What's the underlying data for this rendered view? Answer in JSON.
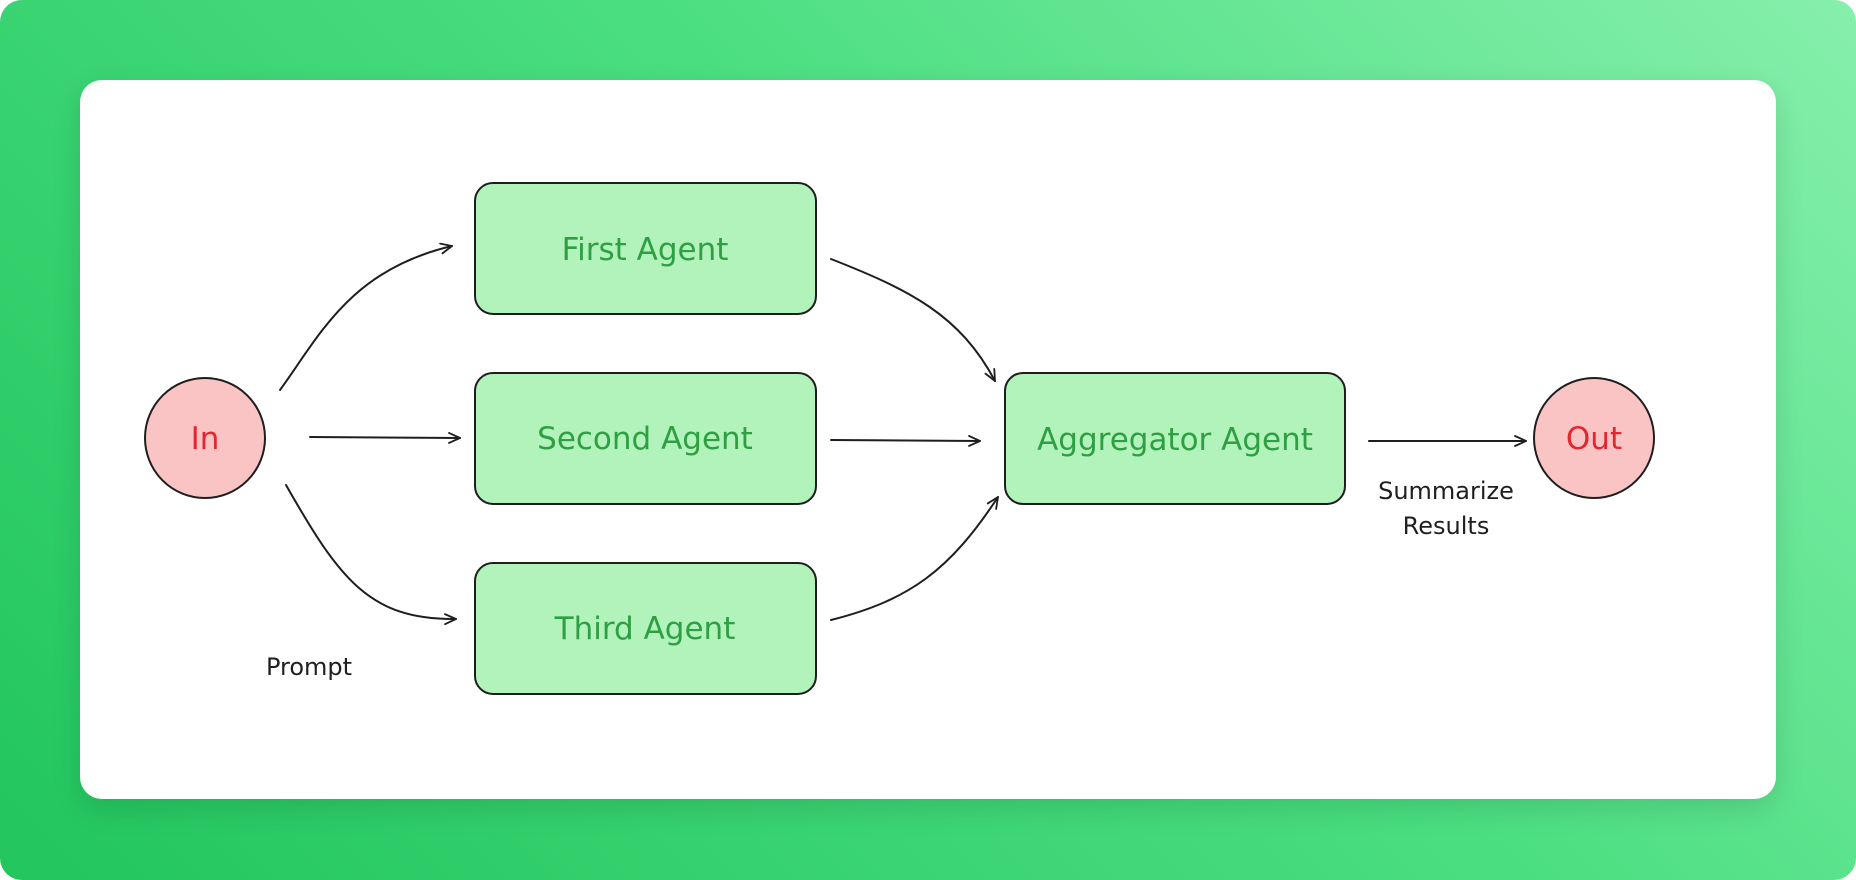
{
  "diagram": {
    "nodes": {
      "input": {
        "label": "In",
        "shape": "circle",
        "fill": "#fbc4c4",
        "text_color": "#e5262f"
      },
      "first_agent": {
        "label": "First Agent",
        "shape": "rounded-rect",
        "fill": "#b2f2bb",
        "text_color": "#2ea043"
      },
      "second_agent": {
        "label": "Second Agent",
        "shape": "rounded-rect",
        "fill": "#b2f2bb",
        "text_color": "#2ea043"
      },
      "third_agent": {
        "label": "Third Agent",
        "shape": "rounded-rect",
        "fill": "#b2f2bb",
        "text_color": "#2ea043"
      },
      "aggregator_agent": {
        "label": "Aggregator Agent",
        "shape": "rounded-rect",
        "fill": "#b2f2bb",
        "text_color": "#2ea043"
      },
      "output": {
        "label": "Out",
        "shape": "circle",
        "fill": "#fbc4c4",
        "text_color": "#e5262f"
      }
    },
    "edges": [
      {
        "from": "input",
        "to": "first_agent"
      },
      {
        "from": "input",
        "to": "second_agent"
      },
      {
        "from": "input",
        "to": "third_agent"
      },
      {
        "from": "first_agent",
        "to": "aggregator_agent"
      },
      {
        "from": "second_agent",
        "to": "aggregator_agent"
      },
      {
        "from": "third_agent",
        "to": "aggregator_agent"
      },
      {
        "from": "aggregator_agent",
        "to": "output"
      }
    ],
    "labels": {
      "prompt": "Prompt",
      "summarize_line1": "Summarize",
      "summarize_line2": "Results"
    },
    "colors": {
      "background_gradient_start": "#22c55e",
      "background_gradient_end": "#86efac",
      "card": "#ffffff",
      "stroke": "#1e1e1e"
    }
  }
}
